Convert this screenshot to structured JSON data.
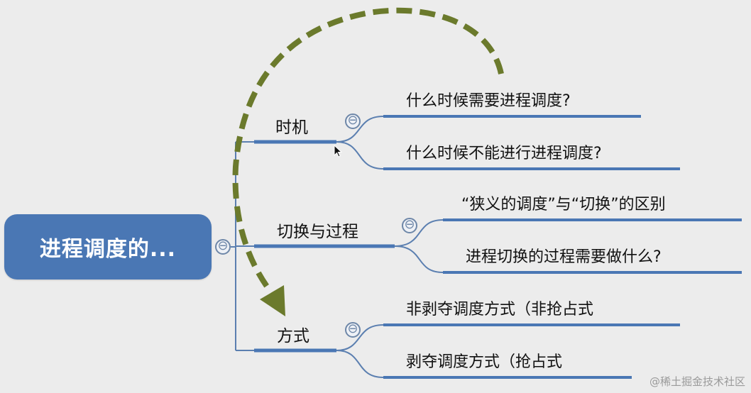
{
  "root": {
    "label": "进程调度的..."
  },
  "branches": [
    {
      "label": "时机",
      "children": [
        "什么时候需要进程调度?",
        "什么时候不能进行进程调度?"
      ]
    },
    {
      "label": "切换与过程",
      "children": [
        "“狭义的调度”与“切换”的区别",
        "进程切换的过程需要做什么?"
      ]
    },
    {
      "label": "方式",
      "children": [
        "非剥夺调度方式（非抢占式",
        "剥夺调度方式（抢占式"
      ]
    }
  ],
  "collapse_symbol": "⊖",
  "watermark": "@稀土掘金技术社区",
  "colors": {
    "root": "#4a77b4",
    "branch_line": "#4a77b4",
    "arrow": "#6b7a2c",
    "connector": "#5b7fb0"
  }
}
